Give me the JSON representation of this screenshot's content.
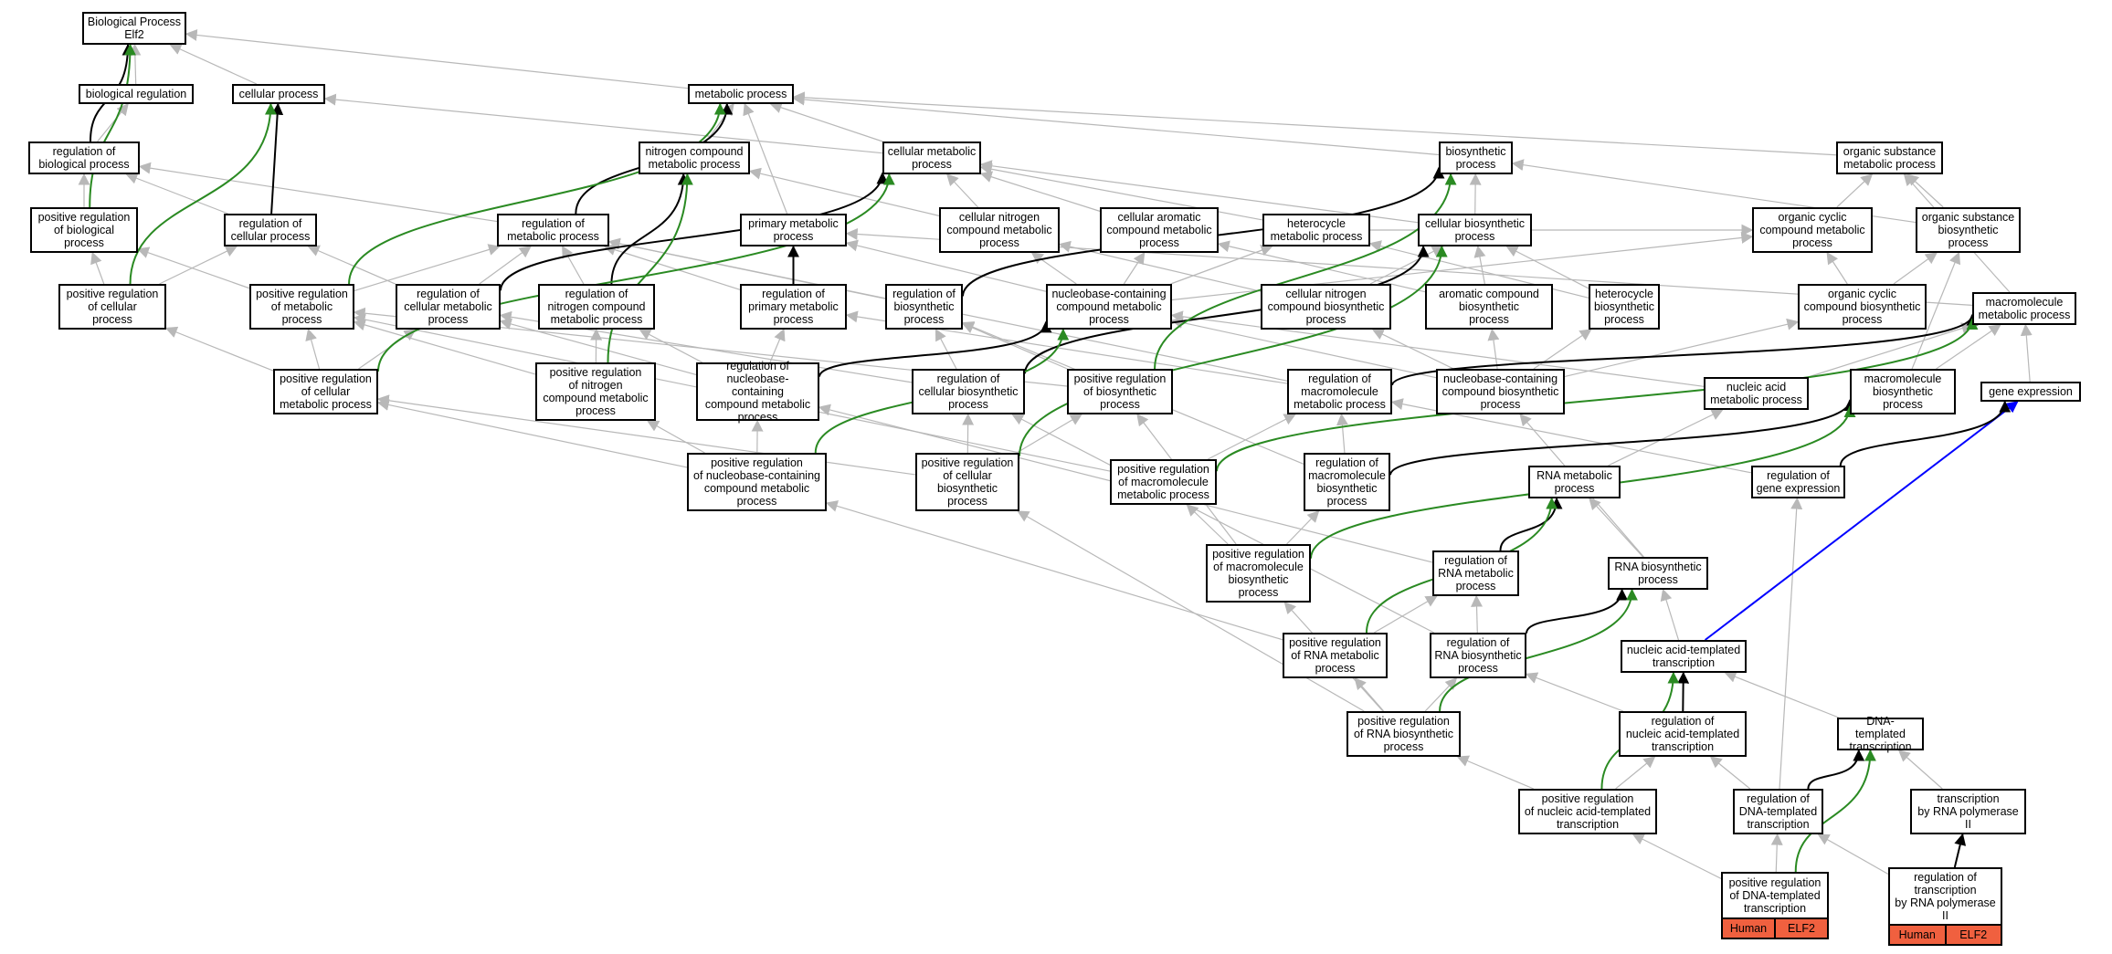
{
  "colors": {
    "is_a": "#b8b8b8",
    "regulates": "#000000",
    "positively_regulates": "#2a8a22",
    "part_of": "#0000ff",
    "annotation_fill": "#f0603f"
  },
  "nodes": [
    {
      "id": "root",
      "label": "Biological Process\nElf2"
    },
    {
      "id": "bioreg",
      "label": "biological regulation"
    },
    {
      "id": "cellproc",
      "label": "cellular process"
    },
    {
      "id": "metab",
      "label": "metabolic process"
    },
    {
      "id": "regbio",
      "label": "regulation of\nbiological process"
    },
    {
      "id": "nitro",
      "label": "nitrogen compound\nmetabolic process"
    },
    {
      "id": "cellmet",
      "label": "cellular metabolic\nprocess"
    },
    {
      "id": "biosyn",
      "label": "biosynthetic\nprocess"
    },
    {
      "id": "orgsub",
      "label": "organic substance\nmetabolic process"
    },
    {
      "id": "posregbio",
      "label": "positive regulation\nof biological\nprocess"
    },
    {
      "id": "regcell",
      "label": "regulation of\ncellular process"
    },
    {
      "id": "regmet",
      "label": "regulation of\nmetabolic process"
    },
    {
      "id": "primmet",
      "label": "primary metabolic\nprocess"
    },
    {
      "id": "cellnitro",
      "label": "cellular nitrogen\ncompound metabolic\nprocess"
    },
    {
      "id": "cellarom",
      "label": "cellular aromatic\ncompound metabolic\nprocess"
    },
    {
      "id": "hetmet",
      "label": "heterocycle\nmetabolic process"
    },
    {
      "id": "cellbiosyn",
      "label": "cellular biosynthetic\nprocess"
    },
    {
      "id": "orgcyc",
      "label": "organic cyclic\ncompound metabolic\nprocess"
    },
    {
      "id": "orgsubbio",
      "label": "organic substance\nbiosynthetic\nprocess"
    },
    {
      "id": "posregcell",
      "label": "positive regulation\nof cellular\nprocess"
    },
    {
      "id": "posregmet",
      "label": "positive regulation\nof metabolic\nprocess"
    },
    {
      "id": "regcellmet",
      "label": "regulation of\ncellular metabolic\nprocess"
    },
    {
      "id": "regnitro",
      "label": "regulation of\nnitrogen compound\nmetabolic process"
    },
    {
      "id": "regprim",
      "label": "regulation of\nprimary metabolic\nprocess"
    },
    {
      "id": "regbiosyn",
      "label": "regulation of\nbiosynthetic\nprocess"
    },
    {
      "id": "nucmet",
      "label": "nucleobase-containing\ncompound metabolic\nprocess"
    },
    {
      "id": "cellnitrobio",
      "label": "cellular nitrogen\ncompound biosynthetic\nprocess"
    },
    {
      "id": "arombio",
      "label": "aromatic compound\nbiosynthetic\nprocess"
    },
    {
      "id": "hetbio",
      "label": "heterocycle\nbiosynthetic\nprocess"
    },
    {
      "id": "orgcycbio",
      "label": "organic cyclic\ncompound biosynthetic\nprocess"
    },
    {
      "id": "macromet",
      "label": "macromolecule\nmetabolic process"
    },
    {
      "id": "posregcellmet",
      "label": "positive regulation\nof cellular\nmetabolic process"
    },
    {
      "id": "posregnitro",
      "label": "positive regulation\nof nitrogen\ncompound metabolic\nprocess"
    },
    {
      "id": "regnucmet",
      "label": "regulation of\nnucleobase-containing\ncompound metabolic\nprocess"
    },
    {
      "id": "regcellbio",
      "label": "regulation of\ncellular biosynthetic\nprocess"
    },
    {
      "id": "posregbiosyn",
      "label": "positive regulation\nof biosynthetic\nprocess"
    },
    {
      "id": "regmacromet",
      "label": "regulation of\nmacromolecule\nmetabolic process"
    },
    {
      "id": "nucbio",
      "label": "nucleobase-containing\ncompound biosynthetic\nprocess"
    },
    {
      "id": "nucacid",
      "label": "nucleic acid\nmetabolic process"
    },
    {
      "id": "macrobio",
      "label": "macromolecule\nbiosynthetic\nprocess"
    },
    {
      "id": "geneexp",
      "label": "gene expression"
    },
    {
      "id": "posregnucmet",
      "label": "positive regulation\nof nucleobase-containing\ncompound metabolic\nprocess"
    },
    {
      "id": "posregcellbio",
      "label": "positive regulation\nof cellular\nbiosynthetic\nprocess"
    },
    {
      "id": "posregmacromet",
      "label": "positive regulation\nof macromolecule\nmetabolic process"
    },
    {
      "id": "regmacrobio",
      "label": "regulation of\nmacromolecule\nbiosynthetic\nprocess"
    },
    {
      "id": "rnamet",
      "label": "RNA metabolic\nprocess"
    },
    {
      "id": "reggeneexp",
      "label": "regulation of\ngene expression"
    },
    {
      "id": "posregmacrobio",
      "label": "positive regulation\nof macromolecule\nbiosynthetic\nprocess"
    },
    {
      "id": "regrnamet",
      "label": "regulation of\nRNA metabolic\nprocess"
    },
    {
      "id": "rnabio",
      "label": "RNA biosynthetic\nprocess"
    },
    {
      "id": "posregrnamet",
      "label": "positive regulation\nof RNA metabolic\nprocess"
    },
    {
      "id": "regrnabio",
      "label": "regulation of\nRNA biosynthetic\nprocess"
    },
    {
      "id": "nucacidtx",
      "label": "nucleic acid-templated\ntranscription"
    },
    {
      "id": "posregrnabio",
      "label": "positive regulation\nof RNA biosynthetic\nprocess"
    },
    {
      "id": "regnucacidtx",
      "label": "regulation of\nnucleic acid-templated\ntranscription"
    },
    {
      "id": "dnatx",
      "label": "DNA-templated\ntranscription"
    },
    {
      "id": "posregnucacidtx",
      "label": "positive regulation\nof nucleic acid-templated\ntranscription"
    },
    {
      "id": "regdnatx",
      "label": "regulation of\nDNA-templated\ntranscription"
    },
    {
      "id": "txpol2",
      "label": "transcription\nby RNA polymerase\nII"
    },
    {
      "id": "posregdnatx",
      "label": "positive regulation\nof DNA-templated\ntranscription",
      "annotations": [
        "Human",
        "ELF2"
      ]
    },
    {
      "id": "regtxpol2",
      "label": "regulation of\ntranscription\nby RNA polymerase\nII",
      "annotations": [
        "Human",
        "ELF2"
      ]
    }
  ],
  "edges": [
    {
      "from": "bioreg",
      "to": "root",
      "type": "is_a"
    },
    {
      "from": "cellproc",
      "to": "root",
      "type": "is_a"
    },
    {
      "from": "metab",
      "to": "root",
      "type": "is_a"
    },
    {
      "from": "regbio",
      "to": "bioreg",
      "type": "is_a"
    },
    {
      "from": "regbio",
      "to": "root",
      "type": "regulates"
    },
    {
      "from": "posregbio",
      "to": "regbio",
      "type": "is_a"
    },
    {
      "from": "posregbio",
      "to": "root",
      "type": "positively_regulates"
    },
    {
      "from": "regcell",
      "to": "regbio",
      "type": "is_a"
    },
    {
      "from": "regcell",
      "to": "cellproc",
      "type": "regulates"
    },
    {
      "from": "posregcell",
      "to": "posregbio",
      "type": "is_a"
    },
    {
      "from": "posregcell",
      "to": "regcell",
      "type": "is_a"
    },
    {
      "from": "posregcell",
      "to": "cellproc",
      "type": "positively_regulates"
    },
    {
      "from": "cellmet",
      "to": "cellproc",
      "type": "is_a"
    },
    {
      "from": "cellmet",
      "to": "metab",
      "type": "is_a"
    },
    {
      "from": "nitro",
      "to": "metab",
      "type": "is_a"
    },
    {
      "from": "primmet",
      "to": "metab",
      "type": "is_a"
    },
    {
      "from": "biosyn",
      "to": "metab",
      "type": "is_a"
    },
    {
      "from": "orgsub",
      "to": "metab",
      "type": "is_a"
    },
    {
      "from": "regmet",
      "to": "regbio",
      "type": "is_a"
    },
    {
      "from": "regmet",
      "to": "metab",
      "type": "regulates"
    },
    {
      "from": "posregmet",
      "to": "regmet",
      "type": "is_a"
    },
    {
      "from": "posregmet",
      "to": "posregbio",
      "type": "is_a"
    },
    {
      "from": "posregmet",
      "to": "metab",
      "type": "positively_regulates"
    },
    {
      "from": "regcellmet",
      "to": "regmet",
      "type": "is_a"
    },
    {
      "from": "regcellmet",
      "to": "regcell",
      "type": "is_a"
    },
    {
      "from": "regcellmet",
      "to": "cellmet",
      "type": "regulates"
    },
    {
      "from": "regnitro",
      "to": "regmet",
      "type": "is_a"
    },
    {
      "from": "regnitro",
      "to": "nitro",
      "type": "regulates"
    },
    {
      "from": "regprim",
      "to": "regmet",
      "type": "is_a"
    },
    {
      "from": "regprim",
      "to": "primmet",
      "type": "regulates"
    },
    {
      "from": "regbiosyn",
      "to": "regmet",
      "type": "is_a"
    },
    {
      "from": "regbiosyn",
      "to": "biosyn",
      "type": "regulates"
    },
    {
      "from": "cellnitro",
      "to": "cellmet",
      "type": "is_a"
    },
    {
      "from": "cellnitro",
      "to": "nitro",
      "type": "is_a"
    },
    {
      "from": "cellarom",
      "to": "cellmet",
      "type": "is_a"
    },
    {
      "from": "hetmet",
      "to": "cellmet",
      "type": "is_a"
    },
    {
      "from": "hetmet",
      "to": "orgcyc",
      "type": "is_a"
    },
    {
      "from": "cellbiosyn",
      "to": "biosyn",
      "type": "is_a"
    },
    {
      "from": "cellbiosyn",
      "to": "cellmet",
      "type": "is_a"
    },
    {
      "from": "orgcyc",
      "to": "orgsub",
      "type": "is_a"
    },
    {
      "from": "orgsubbio",
      "to": "orgsub",
      "type": "is_a"
    },
    {
      "from": "orgsubbio",
      "to": "biosyn",
      "type": "is_a"
    },
    {
      "from": "nucmet",
      "to": "cellnitro",
      "type": "is_a"
    },
    {
      "from": "nucmet",
      "to": "cellarom",
      "type": "is_a"
    },
    {
      "from": "nucmet",
      "to": "hetmet",
      "type": "is_a"
    },
    {
      "from": "nucmet",
      "to": "primmet",
      "type": "is_a"
    },
    {
      "from": "nucmet",
      "to": "orgcyc",
      "type": "is_a"
    },
    {
      "from": "cellnitrobio",
      "to": "cellbiosyn",
      "type": "is_a"
    },
    {
      "from": "cellnitrobio",
      "to": "cellnitro",
      "type": "is_a"
    },
    {
      "from": "arombio",
      "to": "cellbiosyn",
      "type": "is_a"
    },
    {
      "from": "arombio",
      "to": "cellarom",
      "type": "is_a"
    },
    {
      "from": "hetbio",
      "to": "hetmet",
      "type": "is_a"
    },
    {
      "from": "hetbio",
      "to": "cellbiosyn",
      "type": "is_a"
    },
    {
      "from": "orgcycbio",
      "to": "orgcyc",
      "type": "is_a"
    },
    {
      "from": "orgcycbio",
      "to": "orgsubbio",
      "type": "is_a"
    },
    {
      "from": "macromet",
      "to": "orgsub",
      "type": "is_a"
    },
    {
      "from": "macromet",
      "to": "primmet",
      "type": "is_a"
    },
    {
      "from": "posregcellmet",
      "to": "posregmet",
      "type": "is_a"
    },
    {
      "from": "posregcellmet",
      "to": "regcellmet",
      "type": "is_a"
    },
    {
      "from": "posregcellmet",
      "to": "posregcell",
      "type": "is_a"
    },
    {
      "from": "posregcellmet",
      "to": "cellmet",
      "type": "positively_regulates"
    },
    {
      "from": "posregnitro",
      "to": "posregmet",
      "type": "is_a"
    },
    {
      "from": "posregnitro",
      "to": "regnitro",
      "type": "is_a"
    },
    {
      "from": "posregnitro",
      "to": "nitro",
      "type": "positively_regulates"
    },
    {
      "from": "regnucmet",
      "to": "regcellmet",
      "type": "is_a"
    },
    {
      "from": "regnucmet",
      "to": "regnitro",
      "type": "is_a"
    },
    {
      "from": "regnucmet",
      "to": "regprim",
      "type": "is_a"
    },
    {
      "from": "regnucmet",
      "to": "nucmet",
      "type": "regulates"
    },
    {
      "from": "regcellbio",
      "to": "regbiosyn",
      "type": "is_a"
    },
    {
      "from": "regcellbio",
      "to": "regcellmet",
      "type": "is_a"
    },
    {
      "from": "regcellbio",
      "to": "cellbiosyn",
      "type": "regulates"
    },
    {
      "from": "posregbiosyn",
      "to": "regbiosyn",
      "type": "is_a"
    },
    {
      "from": "posregbiosyn",
      "to": "posregmet",
      "type": "is_a"
    },
    {
      "from": "posregbiosyn",
      "to": "biosyn",
      "type": "positively_regulates"
    },
    {
      "from": "regmacromet",
      "to": "regmet",
      "type": "is_a"
    },
    {
      "from": "regmacromet",
      "to": "regprim",
      "type": "is_a"
    },
    {
      "from": "regmacromet",
      "to": "macromet",
      "type": "regulates"
    },
    {
      "from": "nucbio",
      "to": "nucmet",
      "type": "is_a"
    },
    {
      "from": "nucbio",
      "to": "cellnitrobio",
      "type": "is_a"
    },
    {
      "from": "nucbio",
      "to": "arombio",
      "type": "is_a"
    },
    {
      "from": "nucbio",
      "to": "hetbio",
      "type": "is_a"
    },
    {
      "from": "nucbio",
      "to": "orgcycbio",
      "type": "is_a"
    },
    {
      "from": "nucacid",
      "to": "nucmet",
      "type": "is_a"
    },
    {
      "from": "nucacid",
      "to": "macromet",
      "type": "is_a"
    },
    {
      "from": "macrobio",
      "to": "macromet",
      "type": "is_a"
    },
    {
      "from": "macrobio",
      "to": "orgsubbio",
      "type": "is_a"
    },
    {
      "from": "geneexp",
      "to": "macromet",
      "type": "is_a"
    },
    {
      "from": "posregnucmet",
      "to": "regnucmet",
      "type": "is_a"
    },
    {
      "from": "posregnucmet",
      "to": "posregcellmet",
      "type": "is_a"
    },
    {
      "from": "posregnucmet",
      "to": "posregnitro",
      "type": "is_a"
    },
    {
      "from": "posregnucmet",
      "to": "nucmet",
      "type": "positively_regulates"
    },
    {
      "from": "posregcellbio",
      "to": "regcellbio",
      "type": "is_a"
    },
    {
      "from": "posregcellbio",
      "to": "posregbiosyn",
      "type": "is_a"
    },
    {
      "from": "posregcellbio",
      "to": "posregcellmet",
      "type": "is_a"
    },
    {
      "from": "posregcellbio",
      "to": "cellbiosyn",
      "type": "positively_regulates"
    },
    {
      "from": "posregmacromet",
      "to": "regmacromet",
      "type": "is_a"
    },
    {
      "from": "posregmacromet",
      "to": "posregmet",
      "type": "is_a"
    },
    {
      "from": "posregmacromet",
      "to": "macromet",
      "type": "positively_regulates"
    },
    {
      "from": "regmacrobio",
      "to": "regmacromet",
      "type": "is_a"
    },
    {
      "from": "regmacrobio",
      "to": "regbiosyn",
      "type": "is_a"
    },
    {
      "from": "regmacrobio",
      "to": "macrobio",
      "type": "regulates"
    },
    {
      "from": "rnamet",
      "to": "nucacid",
      "type": "is_a"
    },
    {
      "from": "reggeneexp",
      "to": "regmacromet",
      "type": "is_a"
    },
    {
      "from": "reggeneexp",
      "to": "geneexp",
      "type": "regulates"
    },
    {
      "from": "posregmacrobio",
      "to": "regmacrobio",
      "type": "is_a"
    },
    {
      "from": "posregmacrobio",
      "to": "posregmacromet",
      "type": "is_a"
    },
    {
      "from": "posregmacrobio",
      "to": "posregbiosyn",
      "type": "is_a"
    },
    {
      "from": "posregmacrobio",
      "to": "macrobio",
      "type": "positively_regulates"
    },
    {
      "from": "regrnamet",
      "to": "regnucmet",
      "type": "is_a"
    },
    {
      "from": "regrnamet",
      "to": "rnamet",
      "type": "regulates"
    },
    {
      "from": "rnabio",
      "to": "rnamet",
      "type": "is_a"
    },
    {
      "from": "rnabio",
      "to": "nucbio",
      "type": "is_a"
    },
    {
      "from": "posregrnamet",
      "to": "regrnamet",
      "type": "is_a"
    },
    {
      "from": "posregrnamet",
      "to": "posregnucmet",
      "type": "is_a"
    },
    {
      "from": "posregrnamet",
      "to": "rnamet",
      "type": "positively_regulates"
    },
    {
      "from": "regrnabio",
      "to": "regrnamet",
      "type": "is_a"
    },
    {
      "from": "regrnabio",
      "to": "regcellbio",
      "type": "is_a"
    },
    {
      "from": "regrnabio",
      "to": "rnabio",
      "type": "regulates"
    },
    {
      "from": "nucacidtx",
      "to": "rnabio",
      "type": "is_a"
    },
    {
      "from": "nucacidtx",
      "to": "geneexp",
      "type": "part_of"
    },
    {
      "from": "posregrnabio",
      "to": "regrnabio",
      "type": "is_a"
    },
    {
      "from": "posregrnabio",
      "to": "posregrnamet",
      "type": "is_a"
    },
    {
      "from": "posregrnabio",
      "to": "posregcellbio",
      "type": "is_a"
    },
    {
      "from": "posregrnabio",
      "to": "posregmacrobio",
      "type": "is_a"
    },
    {
      "from": "posregrnabio",
      "to": "rnabio",
      "type": "positively_regulates"
    },
    {
      "from": "regnucacidtx",
      "to": "regrnabio",
      "type": "is_a"
    },
    {
      "from": "regnucacidtx",
      "to": "nucacidtx",
      "type": "regulates"
    },
    {
      "from": "dnatx",
      "to": "nucacidtx",
      "type": "is_a"
    },
    {
      "from": "posregnucacidtx",
      "to": "regnucacidtx",
      "type": "is_a"
    },
    {
      "from": "posregnucacidtx",
      "to": "posregrnabio",
      "type": "is_a"
    },
    {
      "from": "posregnucacidtx",
      "to": "nucacidtx",
      "type": "positively_regulates"
    },
    {
      "from": "regdnatx",
      "to": "regnucacidtx",
      "type": "is_a"
    },
    {
      "from": "regdnatx",
      "to": "reggeneexp",
      "type": "is_a"
    },
    {
      "from": "regdnatx",
      "to": "dnatx",
      "type": "regulates"
    },
    {
      "from": "txpol2",
      "to": "dnatx",
      "type": "is_a"
    },
    {
      "from": "posregdnatx",
      "to": "regdnatx",
      "type": "is_a"
    },
    {
      "from": "posregdnatx",
      "to": "posregnucacidtx",
      "type": "is_a"
    },
    {
      "from": "posregdnatx",
      "to": "dnatx",
      "type": "positively_regulates"
    },
    {
      "from": "regtxpol2",
      "to": "regdnatx",
      "type": "is_a"
    },
    {
      "from": "regtxpol2",
      "to": "txpol2",
      "type": "regulates"
    }
  ]
}
